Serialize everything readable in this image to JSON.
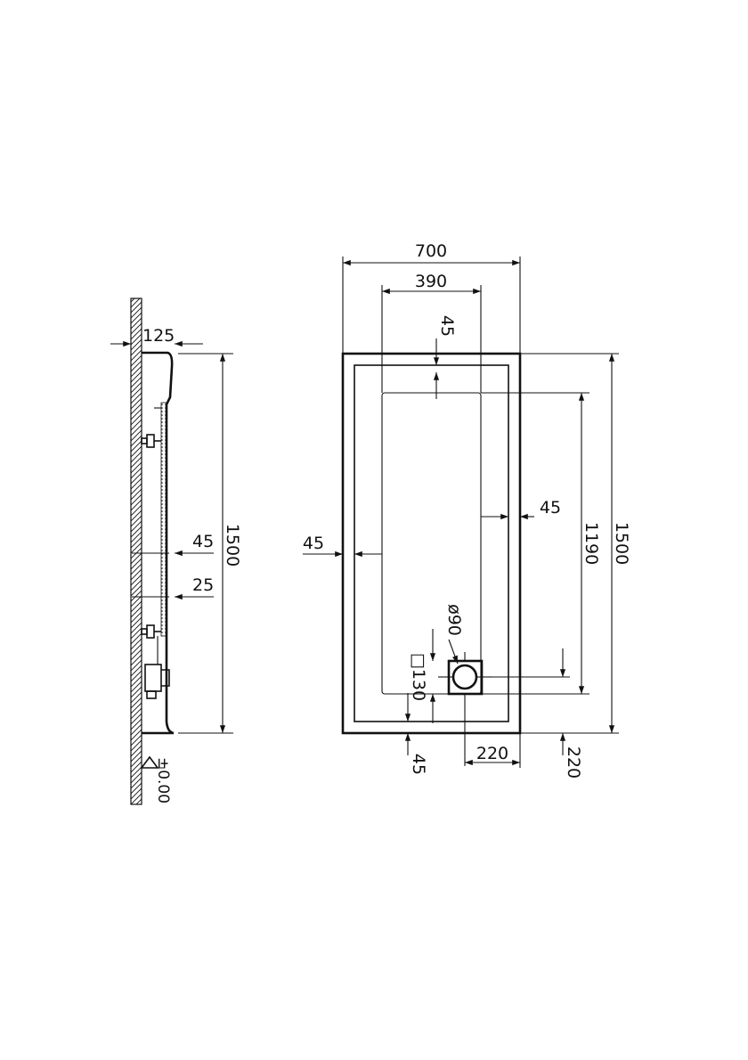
{
  "colors": {
    "ink": "#111111",
    "background": "#ffffff"
  },
  "side_view": {
    "dim_top_offset": "125",
    "dim_rim": "45",
    "dim_base": "25",
    "dim_length": "1500",
    "floor_level": "±0.00"
  },
  "plan_view": {
    "dim_overall_width": "700",
    "dim_inner_width": "390",
    "dim_top_margin": "45",
    "dim_right_margin": "45",
    "dim_left_margin": "45",
    "dim_inner_length": "1190",
    "dim_overall_length": "1500",
    "dim_drain_diameter": "ø90",
    "dim_drain_square": "□130",
    "dim_bottom_margin": "45",
    "dim_drain_offset_x": "220",
    "dim_drain_offset_y": "220"
  }
}
